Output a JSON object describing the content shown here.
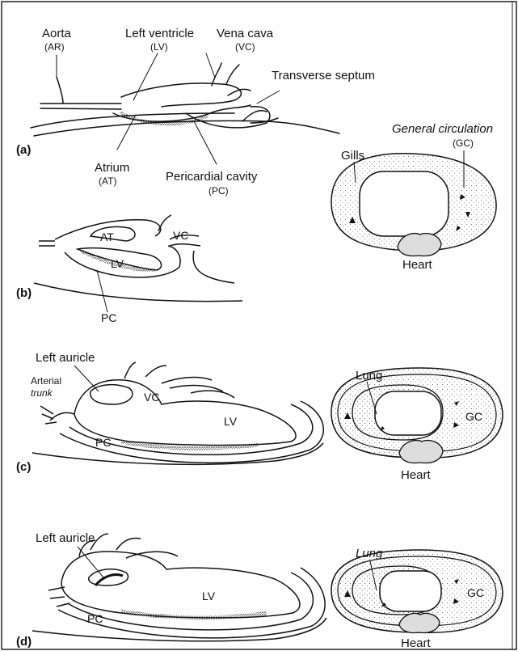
{
  "figure": {
    "panel_a": {
      "tag": "(a)",
      "aorta": "Aorta",
      "aorta_abbr": "(AR)",
      "left_ventricle": "Left ventricle",
      "left_ventricle_abbr": "(LV)",
      "vena_cava": "Vena cava",
      "vena_cava_abbr": "(VC)",
      "transverse_septum": "Transverse septum",
      "atrium": "Atrium",
      "atrium_abbr": "(AT)",
      "pericardial_cavity": "Pericardial cavity",
      "pericardial_cavity_abbr": "(PC)"
    },
    "circuit_gills": {
      "gills": "Gills",
      "general_circulation": "General circulation",
      "general_circulation_abbr": "(GC)",
      "heart": "Heart"
    },
    "panel_b": {
      "tag": "(b)",
      "at": "AT",
      "vc": "VC",
      "lv": "LV",
      "pc": "PC"
    },
    "panel_c": {
      "tag": "(c)",
      "left_auricle": "Left auricle",
      "arterial": "Arterial",
      "trunk": "trunk",
      "vc": "VC",
      "lv": "LV",
      "pc": "PC"
    },
    "circuit_lung_c": {
      "lung": "Lung",
      "gc": "GC",
      "heart": "Heart"
    },
    "panel_d": {
      "tag": "(d)",
      "left_auricle": "Left auricle",
      "lv": "LV",
      "pc": "PC"
    },
    "circuit_lung_d": {
      "lung": "Lung",
      "gc": "GC",
      "heart": "Heart"
    }
  }
}
